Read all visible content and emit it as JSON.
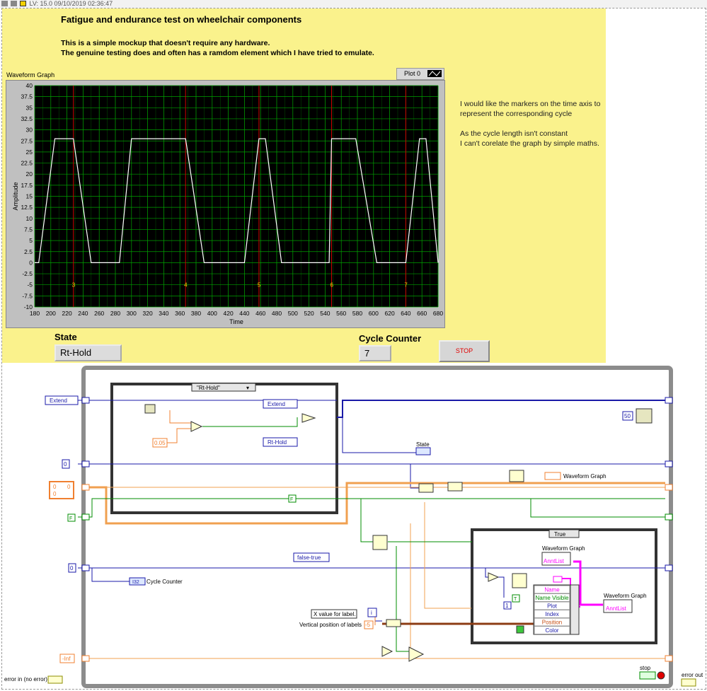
{
  "titlebar": {
    "version": "LV: 15.0 09/10/2019 02:36:47"
  },
  "front_panel": {
    "title": "Fatigue and endurance test on wheelchair components",
    "desc1": "This is a simple mockup that doesn't require any hardware.",
    "desc2": "The genuine testing does and often has a ramdom element which I have tried to emulate.",
    "note": [
      "I would like the markers on the time axis to",
      "represent the corresponding cycle",
      "As the cycle length isn't constant",
      "I can't corelate the graph by simple maths."
    ],
    "graph_label": "Waveform Graph",
    "legend_label": "Plot 0",
    "state_label": "State",
    "state_value": "Rt-Hold",
    "counter_label": "Cycle Counter",
    "counter_value": "7",
    "stop_label": "STOP"
  },
  "chart_data": {
    "type": "line",
    "xlabel": "Time",
    "ylabel": "Amplitude",
    "xlim": [
      180,
      680
    ],
    "ylim": [
      -10,
      40
    ],
    "xticks": [
      180,
      200,
      220,
      240,
      260,
      280,
      300,
      320,
      340,
      360,
      380,
      400,
      420,
      440,
      460,
      480,
      500,
      520,
      540,
      560,
      580,
      600,
      620,
      640,
      660,
      680
    ],
    "yticks": [
      40,
      37.5,
      35,
      32.5,
      30,
      27.5,
      25,
      22.5,
      20,
      17.5,
      15,
      12.5,
      10,
      7.5,
      5,
      2.5,
      0,
      -2.5,
      -5,
      -7.5,
      -10
    ],
    "series": [
      {
        "x": [
          180,
          185,
          205,
          215,
          228,
          250,
          260,
          270,
          285,
          300,
          315,
          367,
          390,
          408,
          434,
          440,
          458,
          466,
          486,
          504,
          538,
          545,
          548,
          565,
          578,
          604,
          608,
          626,
          640,
          657,
          665,
          680
        ],
        "y": [
          0,
          0,
          28,
          28,
          28,
          0,
          0,
          0,
          0,
          28,
          28,
          28,
          0,
          0,
          0,
          0,
          28,
          28,
          0,
          0,
          0,
          0,
          28,
          28,
          28,
          0,
          0,
          0,
          0,
          28,
          28,
          0
        ]
      }
    ],
    "markers": [
      {
        "x": 228,
        "label": "3"
      },
      {
        "x": 367,
        "label": "4"
      },
      {
        "x": 458,
        "label": "5"
      },
      {
        "x": 548,
        "label": "6"
      },
      {
        "x": 640,
        "label": "7"
      }
    ],
    "colors": {
      "plot_bg": "#000000",
      "grid": "#00a000",
      "line": "#ffffff",
      "marker": "#cc0000",
      "marker_label": "#d8e000"
    }
  },
  "block_diagram": {
    "case_selector": "\"Rt-Hold\"",
    "true_selector": "True",
    "enum_extend": "Extend",
    "enum_extend2": "Extend",
    "enum_rthold": "Rt-Hold",
    "const_005": "0.05",
    "const_zero_a": "0",
    "const_zero_b": "0",
    "const_zero_c": "0",
    "const_zero_d": "0",
    "const_zero_e": "0",
    "const_false_a": "F",
    "const_false_b": "F",
    "const_true": "T",
    "const_one": "1",
    "const_i": "i",
    "const_neg5": "-5",
    "const_neginf": "-Inf",
    "const_50": "50",
    "false_true": "false-true",
    "state_term": "State",
    "cycle_counter_term": "Cycle Counter",
    "waveform_graph_term": "Waveform Graph",
    "waveform_graph_node": "Waveform Graph",
    "waveform_graph_node2": "Waveform Graph",
    "annt_list": "AnntList",
    "annt_list2": "AnntList",
    "x_value_label": "X value for label.",
    "vertical_pos_label": "Vertical position of labels",
    "prop_items": [
      "Name",
      "Name Visible",
      "Plot",
      "Index",
      "Position",
      "Color"
    ],
    "stop_term": "stop",
    "error_in": "error in (no error)",
    "error_out": "error out",
    "i32": "I32"
  }
}
